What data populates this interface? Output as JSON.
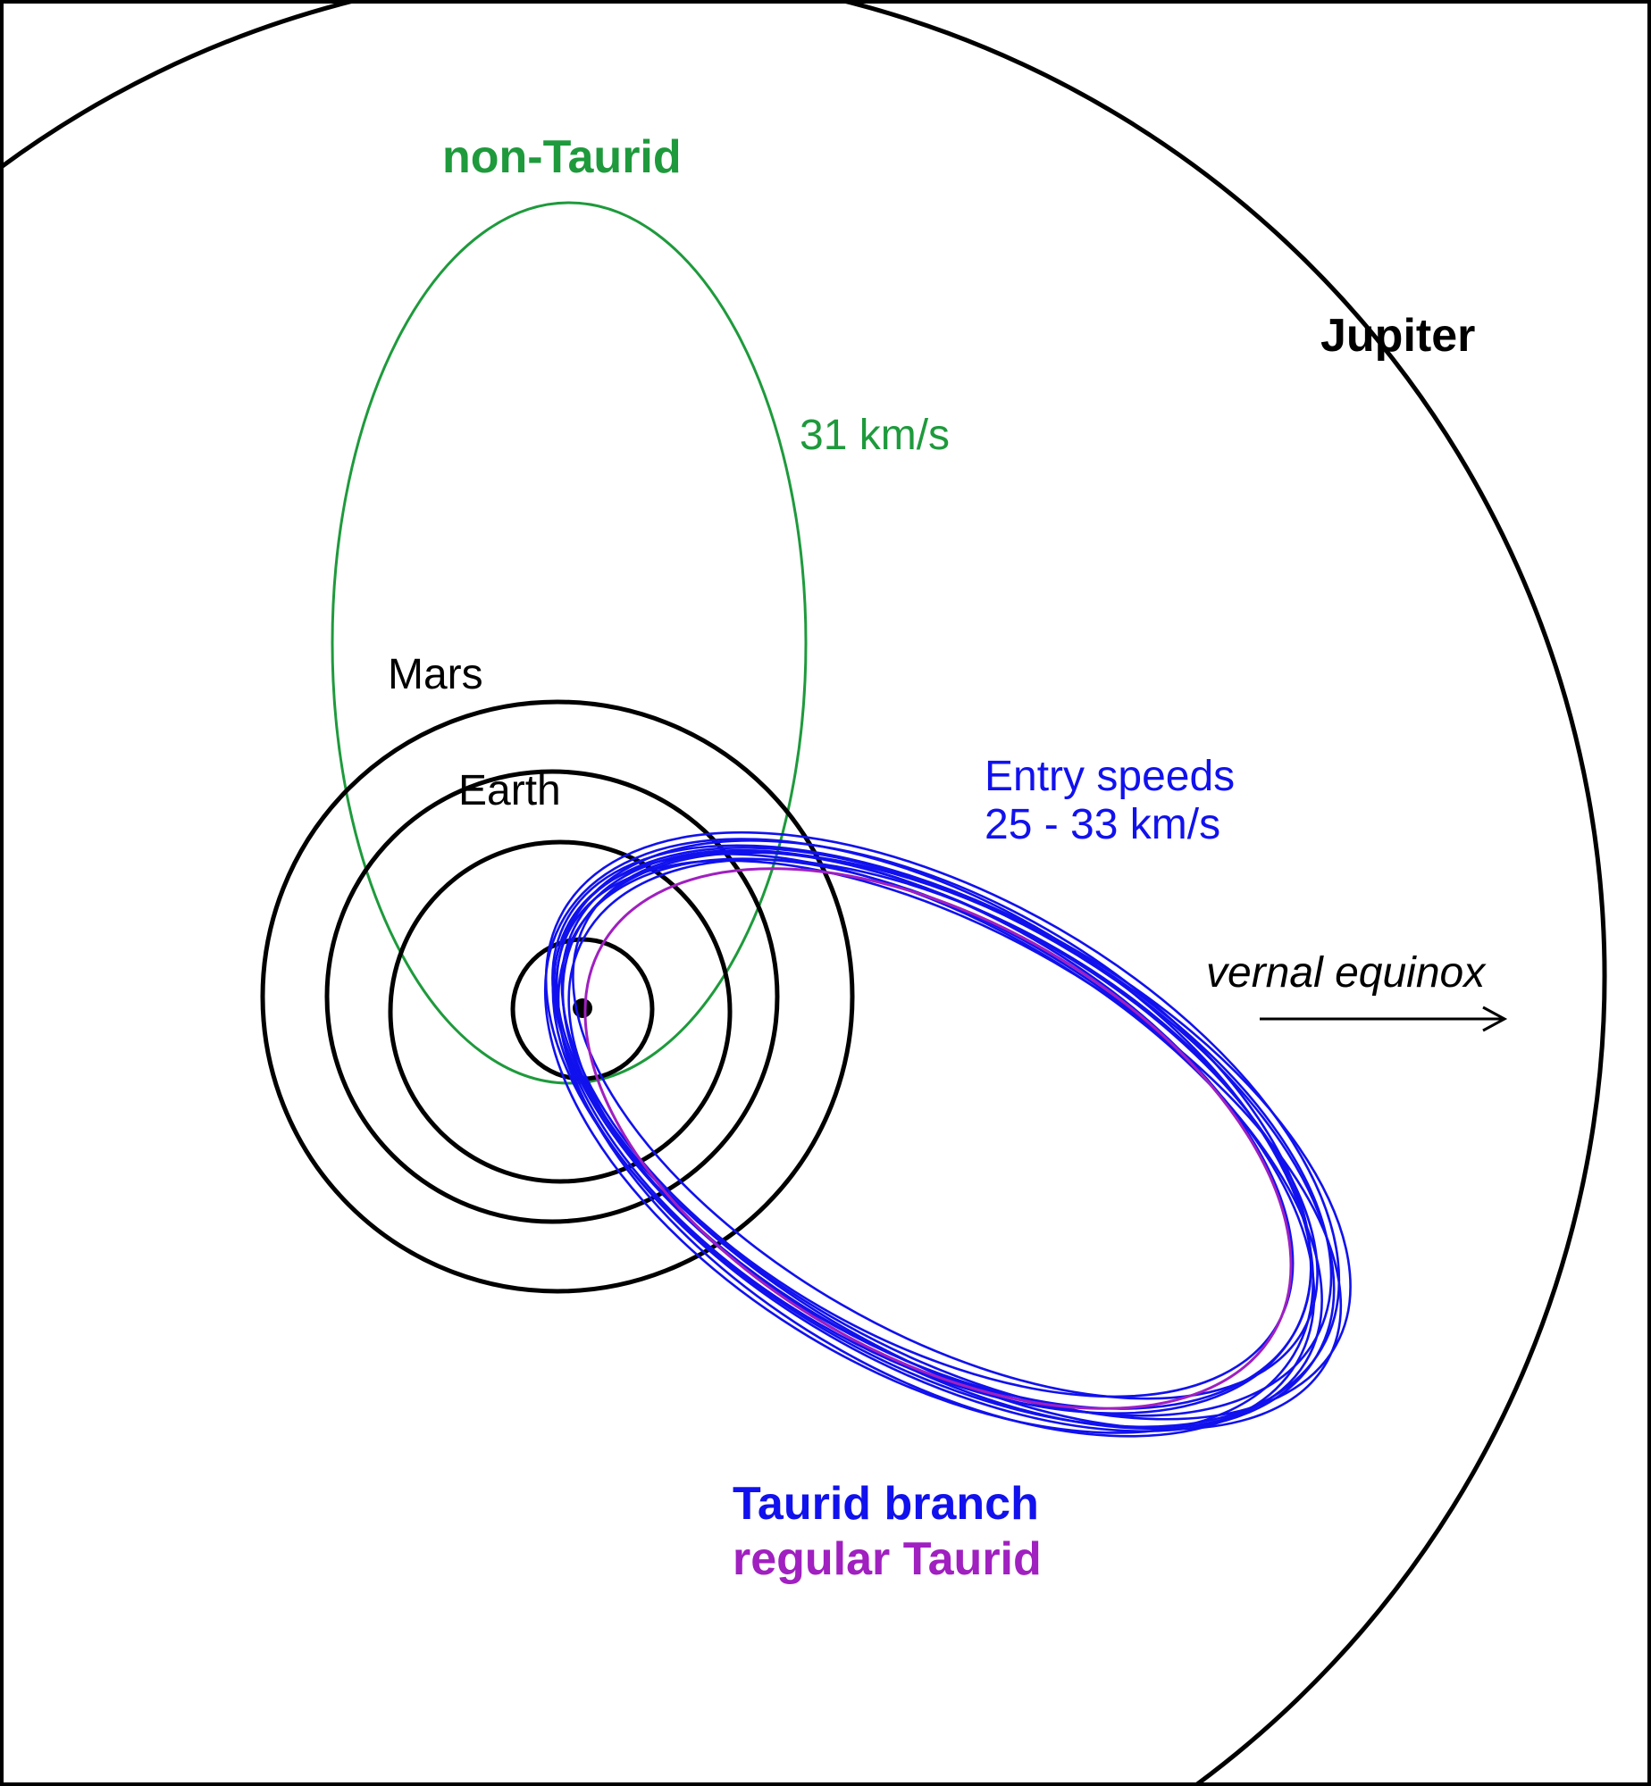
{
  "labels": {
    "non_taurid": "non-Taurid",
    "jupiter": "Jupiter",
    "non_taurid_speed": "31 km/s",
    "mars": "Mars",
    "earth": "Earth",
    "entry_speeds_line1": "Entry speeds",
    "entry_speeds_line2": "25 - 33 km/s",
    "vernal_equinox": "vernal equinox",
    "taurid_branch": "Taurid branch",
    "regular_taurid": "regular Taurid"
  },
  "colors": {
    "background": "#ffffff",
    "planet_orbits": "#000000",
    "non_taurid": "#1e9a3c",
    "taurid_branch": "#1111ee",
    "regular_taurid": "#a020c0"
  },
  "icons": {
    "sun": "filled-dot",
    "vernal_equinox_arrow": "right-arrow"
  }
}
